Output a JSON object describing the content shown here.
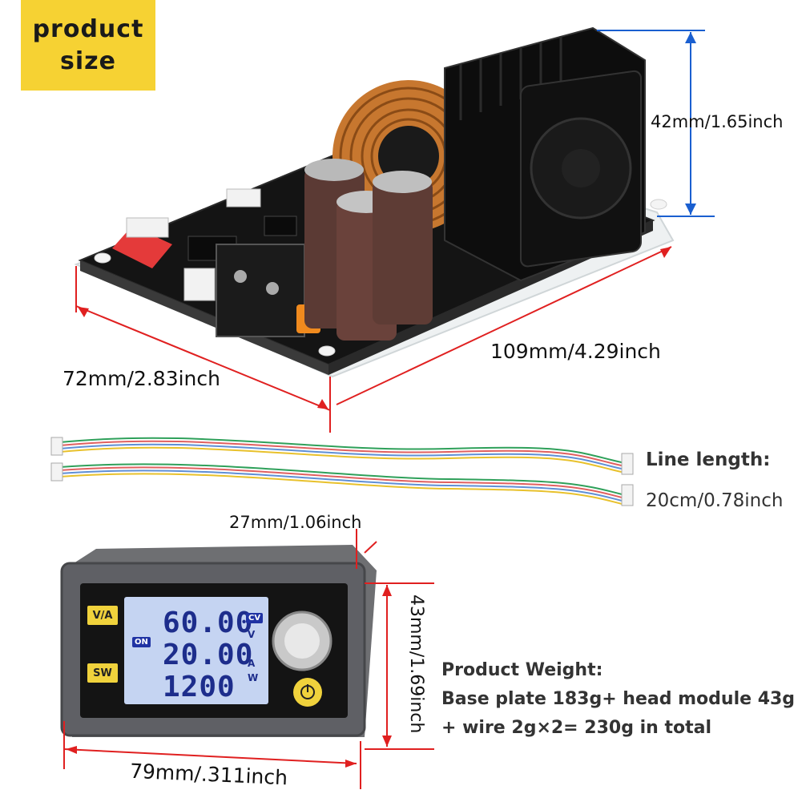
{
  "badge": {
    "line1": "product",
    "line2": "size"
  },
  "dims": {
    "height": "42mm/1.65inch",
    "length": "109mm/4.29inch",
    "width": "72mm/2.83inch",
    "head_depth": "27mm/1.06inch",
    "head_height": "43mm/1.69inch",
    "head_width": "79mm/.311inch"
  },
  "cable": {
    "title": "Line length:",
    "value": "20cm/0.78inch"
  },
  "weight": {
    "title": "Product Weight:",
    "line1": "Base plate 183g+ head module 43g",
    "line2": "+ wire 2g×2= 230g in total"
  },
  "display": {
    "voltage": "60.00",
    "current": "20.00",
    "power": "1200",
    "tag_cv": "CV",
    "tag_on": "ON",
    "unit_v": "V",
    "unit_a": "A",
    "unit_w": "W",
    "key_va": "V/A",
    "key_sw": "SW"
  },
  "colors": {
    "accent": "#f6d233",
    "dimension_line": "#e02020",
    "height_line": "#1a5fd0",
    "lcd": "#c5d4f2"
  }
}
